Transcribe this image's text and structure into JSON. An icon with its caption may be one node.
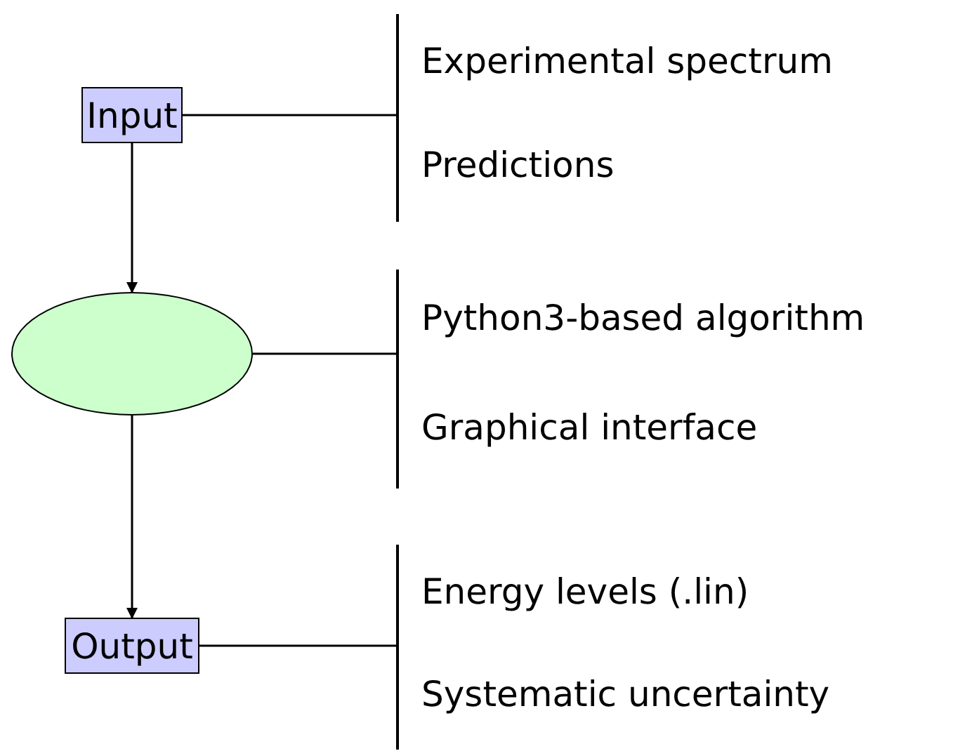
{
  "diagram": {
    "nodes": [
      {
        "text": [
          "Input"
        ]
      },
      {
        "text": [],
        "shape": "bar",
        "beside": [
          "Experimental spectrum",
          "Predictions"
        ]
      },
      {
        "text": [],
        "shape": "ellipse"
      },
      {
        "text": [],
        "shape": "bar",
        "beside": [
          "Python3-based algorithm",
          "Graphical interface"
        ]
      },
      {
        "text": [
          "Output"
        ]
      },
      {
        "text": [],
        "shape": "bar",
        "beside": [
          "Energy levels (.lin)",
          "Systematic uncertainty"
        ]
      }
    ],
    "edges": [
      {
        "from": 0,
        "to": 2,
        "arrow": "to"
      },
      {
        "from": 2,
        "to": 4,
        "arrow": "to"
      },
      {
        "from": 0,
        "to": 1,
        "arrow": "none"
      },
      {
        "from": 2,
        "to": 3,
        "arrow": "none"
      },
      {
        "from": 4,
        "to": 5,
        "arrow": "none"
      }
    ]
  }
}
